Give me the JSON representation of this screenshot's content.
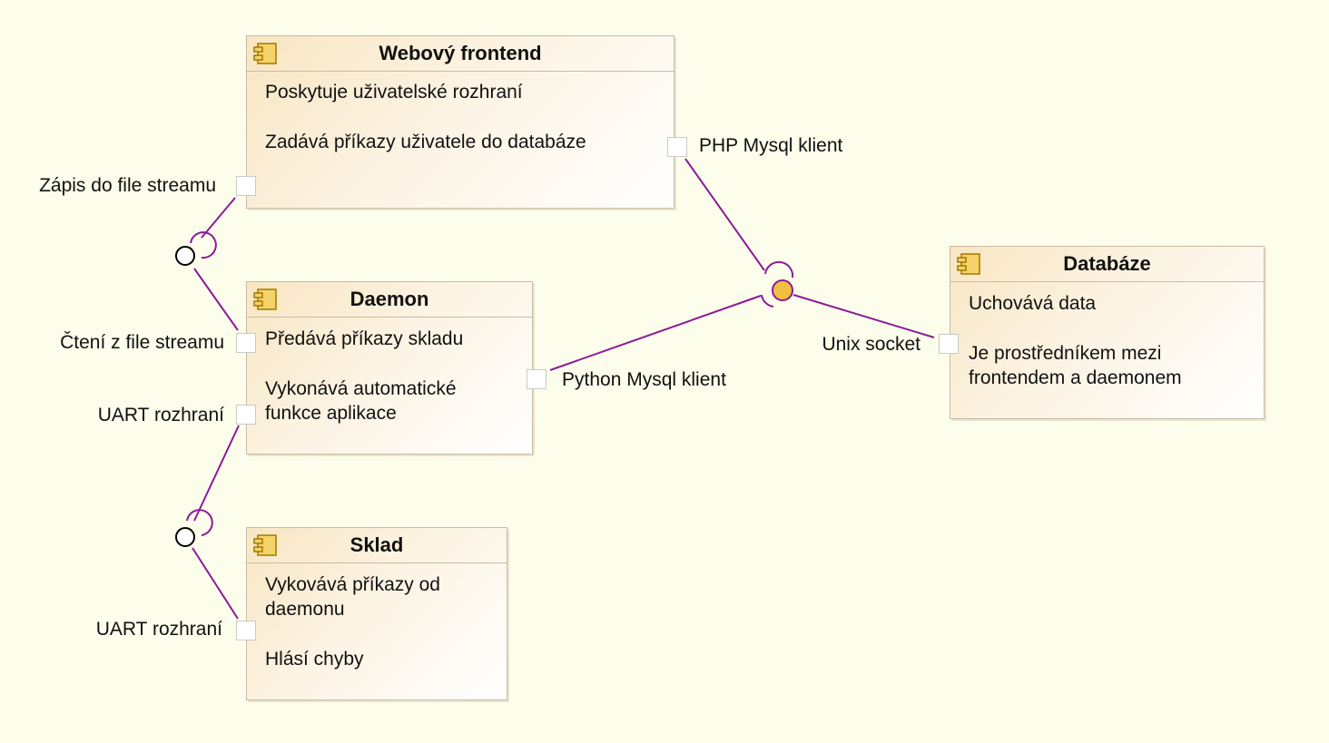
{
  "components": {
    "web": {
      "title": "Webový frontend",
      "lines": [
        "Poskytuje uživatelské rozhraní",
        "Zadává příkazy uživatele do databáze"
      ]
    },
    "daemon": {
      "title": "Daemon",
      "lines": [
        "Předává příkazy skladu",
        "Vykonává automatické funkce aplikace"
      ]
    },
    "sklad": {
      "title": "Sklad",
      "lines": [
        "Vykovává příkazy od daemonu",
        "Hlásí chyby"
      ]
    },
    "db": {
      "title": "Databáze",
      "lines": [
        "Uchovává data",
        "Je prostředníkem mezi frontendem a daemonem"
      ]
    }
  },
  "ports": {
    "web_php": "PHP Mysql klient",
    "web_file": "Zápis do file streamu",
    "daemon_file": "Čtení z file streamu",
    "daemon_uart": "UART rozhraní",
    "daemon_python": "Python Mysql klient",
    "sklad_uart": "UART rozhraní",
    "db_unix": "Unix socket"
  },
  "colors": {
    "connector": "#8b1a99",
    "background": "#fdfdeb",
    "component_icon": "#f0c419"
  }
}
